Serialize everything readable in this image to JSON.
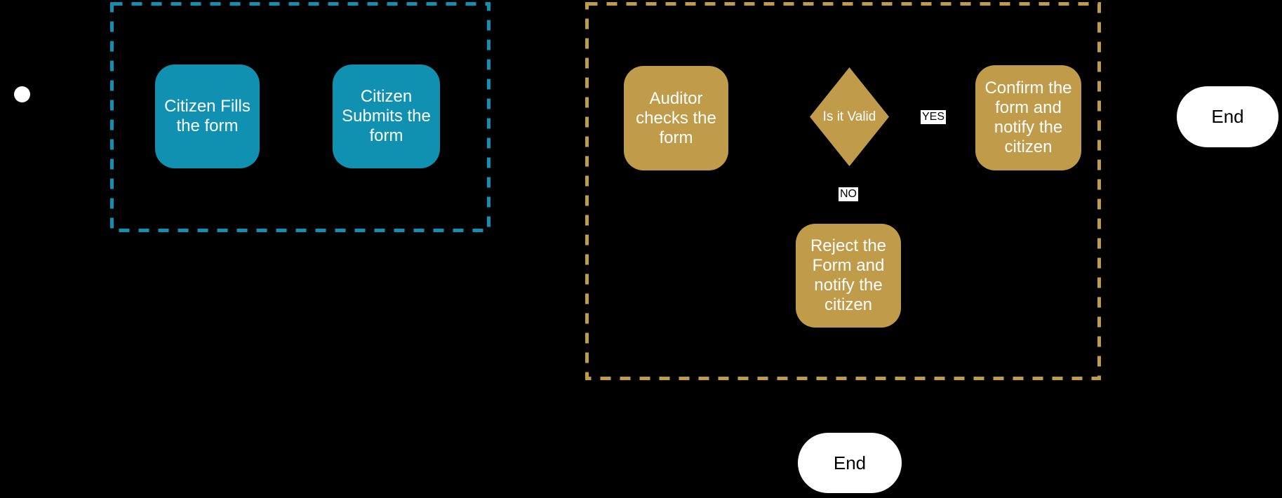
{
  "colors": {
    "background": "#000000",
    "citizen_accent": "#1191b2",
    "auditor_accent": "#bf9b4a",
    "task_text": "#ffffff",
    "end_fill": "#ffffff",
    "end_text": "#000000",
    "edge_label_bg": "#ffffff",
    "edge_label_text": "#000000",
    "start_event_fill": "#ffffff"
  },
  "diagram": {
    "citizen_lane": {
      "tasks": {
        "fill_form": {
          "label": "Citizen Fills\nthe form"
        },
        "submit_form": {
          "label": "Citizen\nSubmits the\nform"
        }
      }
    },
    "auditor_lane": {
      "tasks": {
        "check_form": {
          "label": "Auditor\nchecks the\nform"
        },
        "confirm_form": {
          "label": "Confirm the\nform and\nnotify the\ncitizen"
        },
        "reject_form": {
          "label": "Reject the\nForm and\nnotify the\ncitizen"
        }
      },
      "gateway": {
        "label": "Is it Valid"
      },
      "edge_labels": {
        "yes": "YES",
        "no": "NO"
      }
    },
    "end_events": {
      "right": {
        "label": "End"
      },
      "bottom": {
        "label": "End"
      }
    }
  }
}
